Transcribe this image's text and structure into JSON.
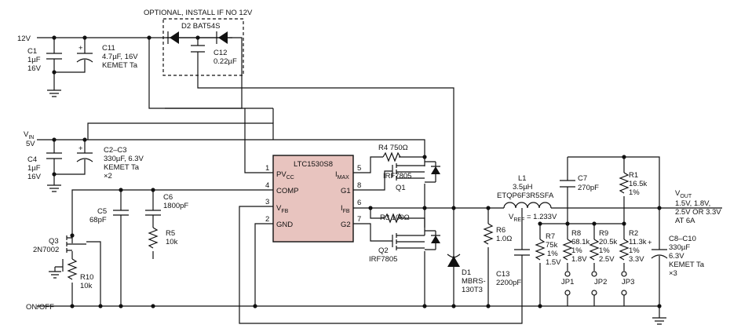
{
  "note_optional": "OPTIONAL, INSTALL IF NO 12V",
  "rail_12v": "12V",
  "rail_vin": "V",
  "rail_vin_sub": "IN",
  "rail_vin_value": "5V",
  "c1": [
    "C1",
    "1µF",
    "16V"
  ],
  "c11": [
    "C11",
    "4.7µF, 16V",
    "KEMET Ta"
  ],
  "d2": "D2 BAT54S",
  "c12": [
    "C12",
    "0.22µF"
  ],
  "c4": [
    "C4",
    "1µF",
    "16V"
  ],
  "c2c3": [
    "C2–C3",
    "330µF, 6.3V",
    "KEMET Ta",
    "×2"
  ],
  "ic": {
    "name": "LTC1530S8",
    "pins_left": [
      {
        "num": "1",
        "label": "PV",
        "sub": "CC"
      },
      {
        "num": "4",
        "label": "COMP",
        "sub": ""
      },
      {
        "num": "3",
        "label": "V",
        "sub": "FB"
      },
      {
        "num": "2",
        "label": "GND",
        "sub": ""
      }
    ],
    "pins_right": [
      {
        "num": "5",
        "label": "I",
        "sub": "MAX"
      },
      {
        "num": "8",
        "label": "G1",
        "sub": ""
      },
      {
        "num": "6",
        "label": "I",
        "sub": "FB"
      },
      {
        "num": "7",
        "label": "G2",
        "sub": ""
      }
    ]
  },
  "c6": [
    "C6",
    "1800pF"
  ],
  "c5": [
    "C5",
    "68pF"
  ],
  "r5": [
    "R5",
    "10k"
  ],
  "q3": [
    "Q3",
    "2N7002"
  ],
  "r10": [
    "R10",
    "10k"
  ],
  "onoff": "ON/OFF",
  "r4": "R4  750Ω",
  "q1": [
    "Q1",
    "IRF7805"
  ],
  "r3": "R3  100Ω",
  "q2": [
    "Q2",
    "IRF7805"
  ],
  "d1": [
    "D1",
    "MBRS-",
    "130T3"
  ],
  "l1": [
    "L1",
    "3.5µH",
    "ETQP6F3R5SFA"
  ],
  "vref": {
    "pre": "V",
    "sub": "REF",
    "post": " = 1.233V"
  },
  "r6": [
    "R6",
    "1.0Ω"
  ],
  "c13": [
    "C13",
    "2200pF"
  ],
  "c7": [
    "C7",
    "270pF"
  ],
  "r1": [
    "R1",
    "16.5k",
    "1%"
  ],
  "r2": [
    "R2",
    "11.3k",
    "1%",
    "3.3V"
  ],
  "r7": [
    "R7",
    "75k",
    "1%",
    "1.5V"
  ],
  "r8": [
    "R8",
    "68.1k",
    "1%",
    "1.8V"
  ],
  "r9": [
    "R9",
    "20.5k",
    "1%",
    "2.5V"
  ],
  "jumpers": [
    "JP1",
    "JP2",
    "JP3"
  ],
  "vout": {
    "pre": "V",
    "sub": "OUT",
    "lines": [
      "1.5V, 1.8V,",
      "2.5V OR 3.3V",
      "AT 6A"
    ]
  },
  "c8c10": [
    "C8–C10",
    "330µF",
    "6.3V",
    "KEMET Ta",
    "×3"
  ]
}
